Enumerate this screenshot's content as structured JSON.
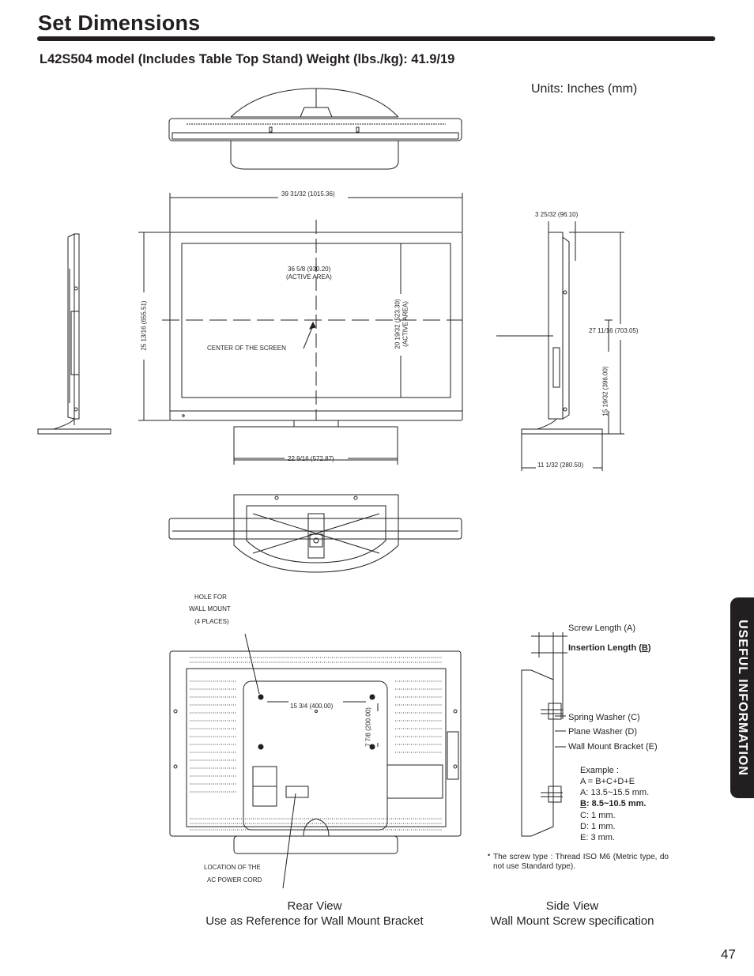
{
  "page": {
    "title": "Set Dimensions",
    "model_line": "L42S504 model (Includes Table Top Stand) Weight (lbs./kg): 41.9/19",
    "units": "Units: Inches (mm)",
    "page_number": "47",
    "side_tab": "USEFUL INFORMATION"
  },
  "front_view": {
    "width": "39 31/32 (1015.36)",
    "active_width": "36 5/8 (930.20)",
    "active_width_note": "(ACTIVE AREA)",
    "height": "25 13/16 (655.51)",
    "active_height": "20 19/32 (523.30)",
    "active_height_note": "(ACTIVE AREA)",
    "center_label": "CENTER OF THE SCREEN",
    "stand_width": "22 9/16 (572.87)"
  },
  "side_view_dims": {
    "depth": "3 25/32 (96.10)",
    "total_height": "27 11/16 (703.05)",
    "center_height": "15 19/32 (396.00)",
    "stand_depth": "11 1/32 (280.50)"
  },
  "rear_view": {
    "hole_label_1": "HOLE FOR",
    "hole_label_2": "WALL MOUNT",
    "hole_label_3": "(4 PLACES)",
    "hole_spacing_h": "15 3/4 (400.00)",
    "hole_spacing_v": "7 7/8 (200.00)",
    "ac_label_1": "LOCATION OF THE",
    "ac_label_2": "AC POWER CORD",
    "caption_1": "Rear View",
    "caption_2": "Use as Reference for Wall Mount Bracket"
  },
  "screw_spec": {
    "screw_length": "Screw Length (A)",
    "insertion_length_prefix": "Insertion Length (",
    "insertion_length_letter": "B",
    "insertion_length_suffix": ")",
    "spring_washer": "Spring Washer (C)",
    "plane_washer": "Plane Washer (D)",
    "wall_bracket": "Wall Mount Bracket (E)",
    "example_title": "Example :",
    "formula": "A = B+C+D+E",
    "a_value": "A: 13.5~15.5 mm.",
    "b_letter": "B",
    "b_value": ": 8.5~10.5 mm.",
    "c_value": "C: 1 mm.",
    "d_value": "D: 1 mm.",
    "e_value": "E: 3 mm.",
    "note_bullet": "•",
    "note": "The screw type : Thread ISO M6 (Metric type, do not use Standard type).",
    "caption_1": "Side View",
    "caption_2": "Wall Mount Screw specification"
  }
}
